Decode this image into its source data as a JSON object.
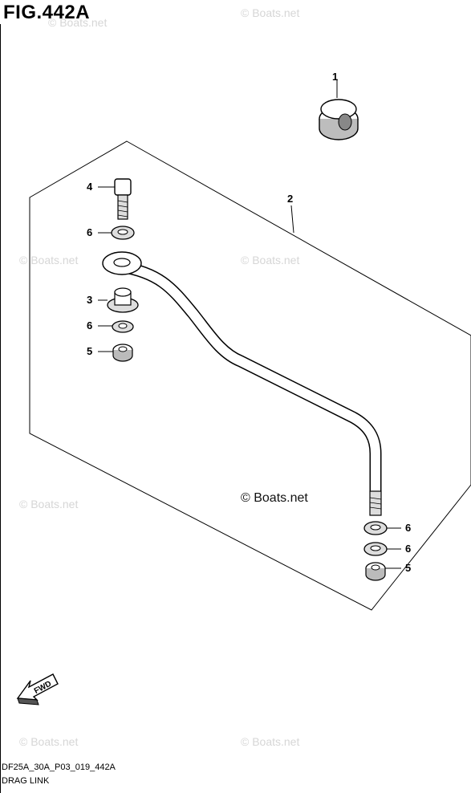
{
  "figure": {
    "title": "FIG.442A"
  },
  "footer": {
    "code": "DF25A_30A_P03_019_442A",
    "name": "DRAG LINK"
  },
  "watermark": {
    "text": "© Boats.net"
  },
  "parts": {
    "p1": "1",
    "p2": "2",
    "p3": "3",
    "p4": "4",
    "p5a": "5",
    "p5b": "5",
    "p6a": "6",
    "p6b": "6",
    "p6c": "6",
    "p6d": "6"
  },
  "fwd": {
    "label": "FWD"
  }
}
